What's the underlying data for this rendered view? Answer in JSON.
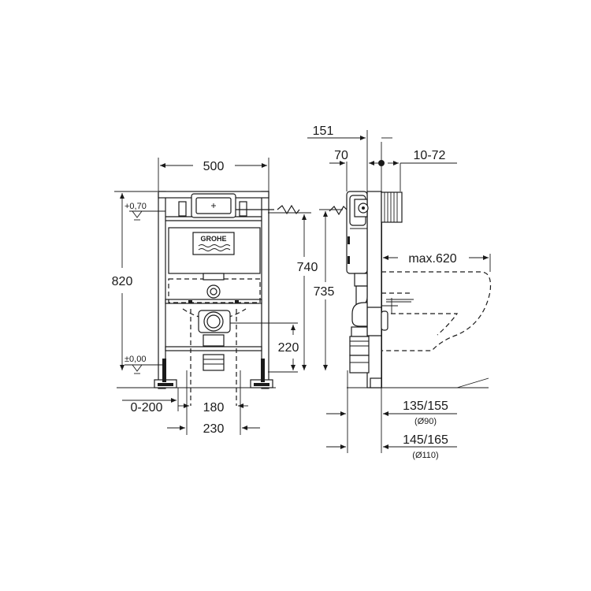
{
  "dimensions": {
    "width_500": "500",
    "offset_151": "151",
    "offset_70": "70",
    "range_10_72": "10-72",
    "level_top": "+0,70",
    "level_zero": "±0,00",
    "height_820": "820",
    "height_740": "740",
    "height_735": "735",
    "height_220": "220",
    "max_620": "max.620",
    "range_0_200": "0-200",
    "width_180": "180",
    "width_230": "230",
    "range_135_155": "135/155",
    "dia_90": "(Ø90)",
    "range_145_165": "145/165",
    "dia_110": "(Ø110)"
  },
  "brand": {
    "logo_text": "GROHE"
  }
}
